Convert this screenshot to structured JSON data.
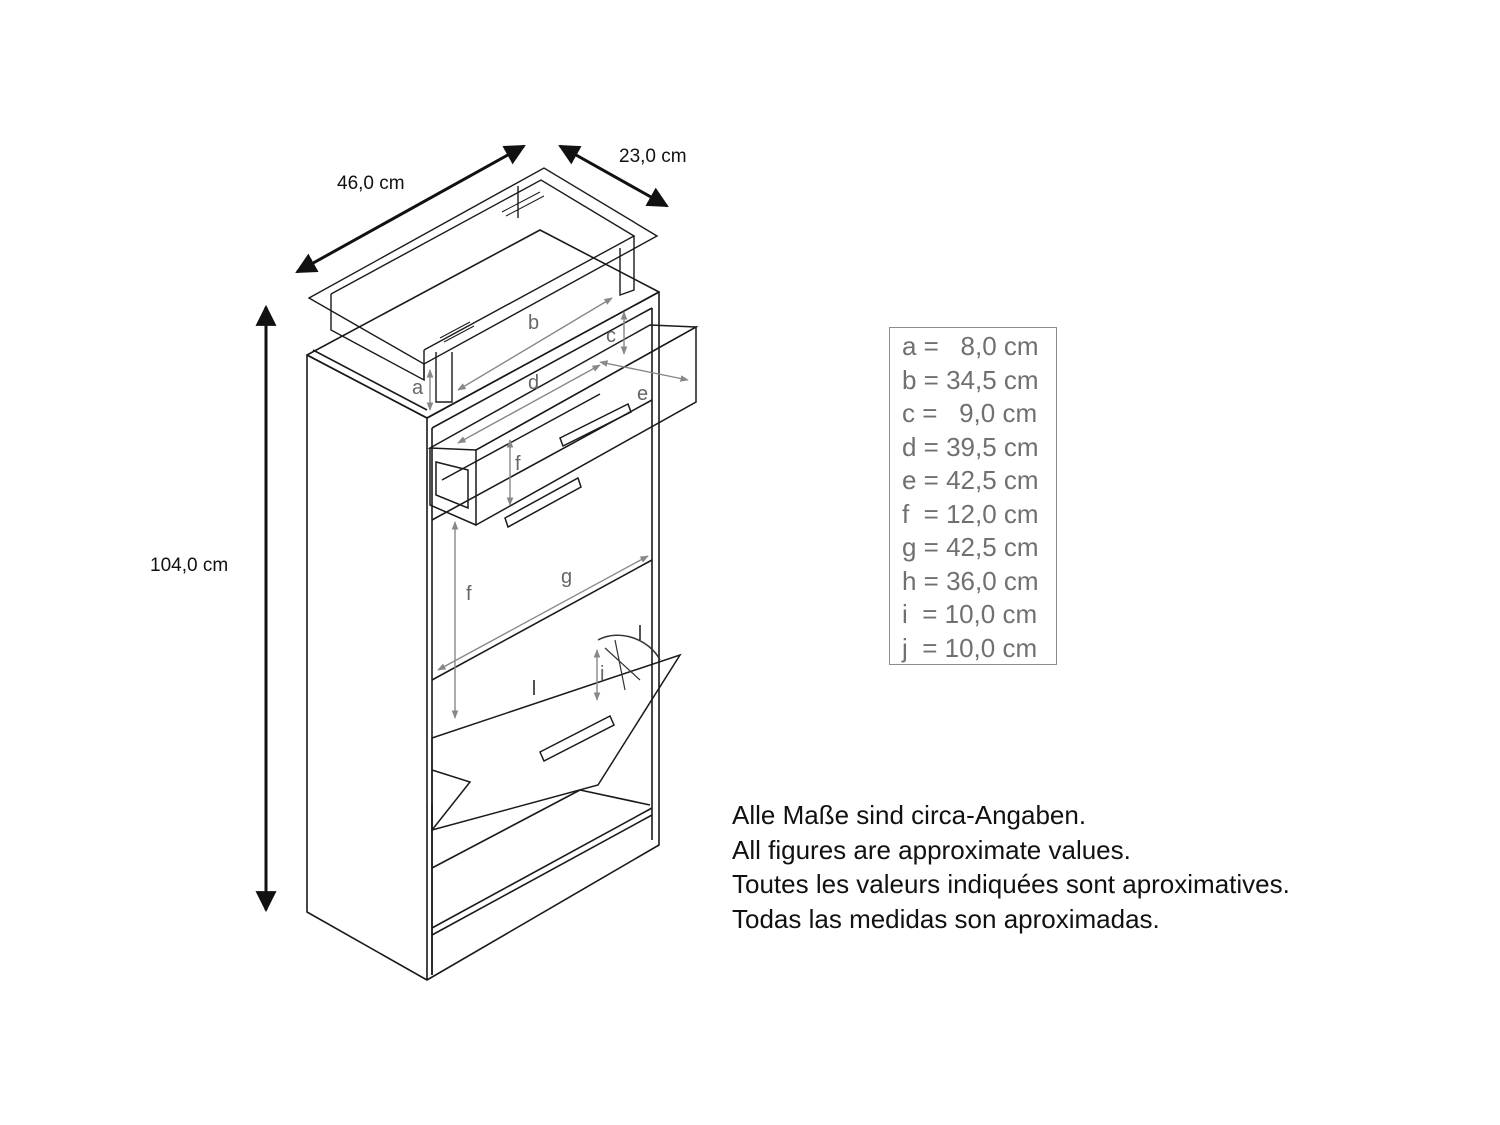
{
  "outer_dimensions": {
    "width": "46,0 cm",
    "depth": "23,0 cm",
    "height": "104,0 cm"
  },
  "part_letters": {
    "a": "a",
    "b": "b",
    "c": "c",
    "d": "d",
    "e": "e",
    "f": "f",
    "g": "g",
    "i": "i"
  },
  "legend": [
    "a =   8,0 cm",
    "b = 34,5 cm",
    "c =   9,0 cm",
    "d = 39,5 cm",
    "e = 42,5 cm",
    "f  = 12,0 cm",
    "g = 42,5 cm",
    "h = 36,0 cm",
    "i  = 10,0 cm",
    "j  = 10,0 cm"
  ],
  "notes": [
    "Alle Maße sind circa-Angaben.",
    "All figures are approximate values.",
    "Toutes les valeurs indiquées sont aproximatives.",
    "Todas las medidas son aproximadas."
  ]
}
